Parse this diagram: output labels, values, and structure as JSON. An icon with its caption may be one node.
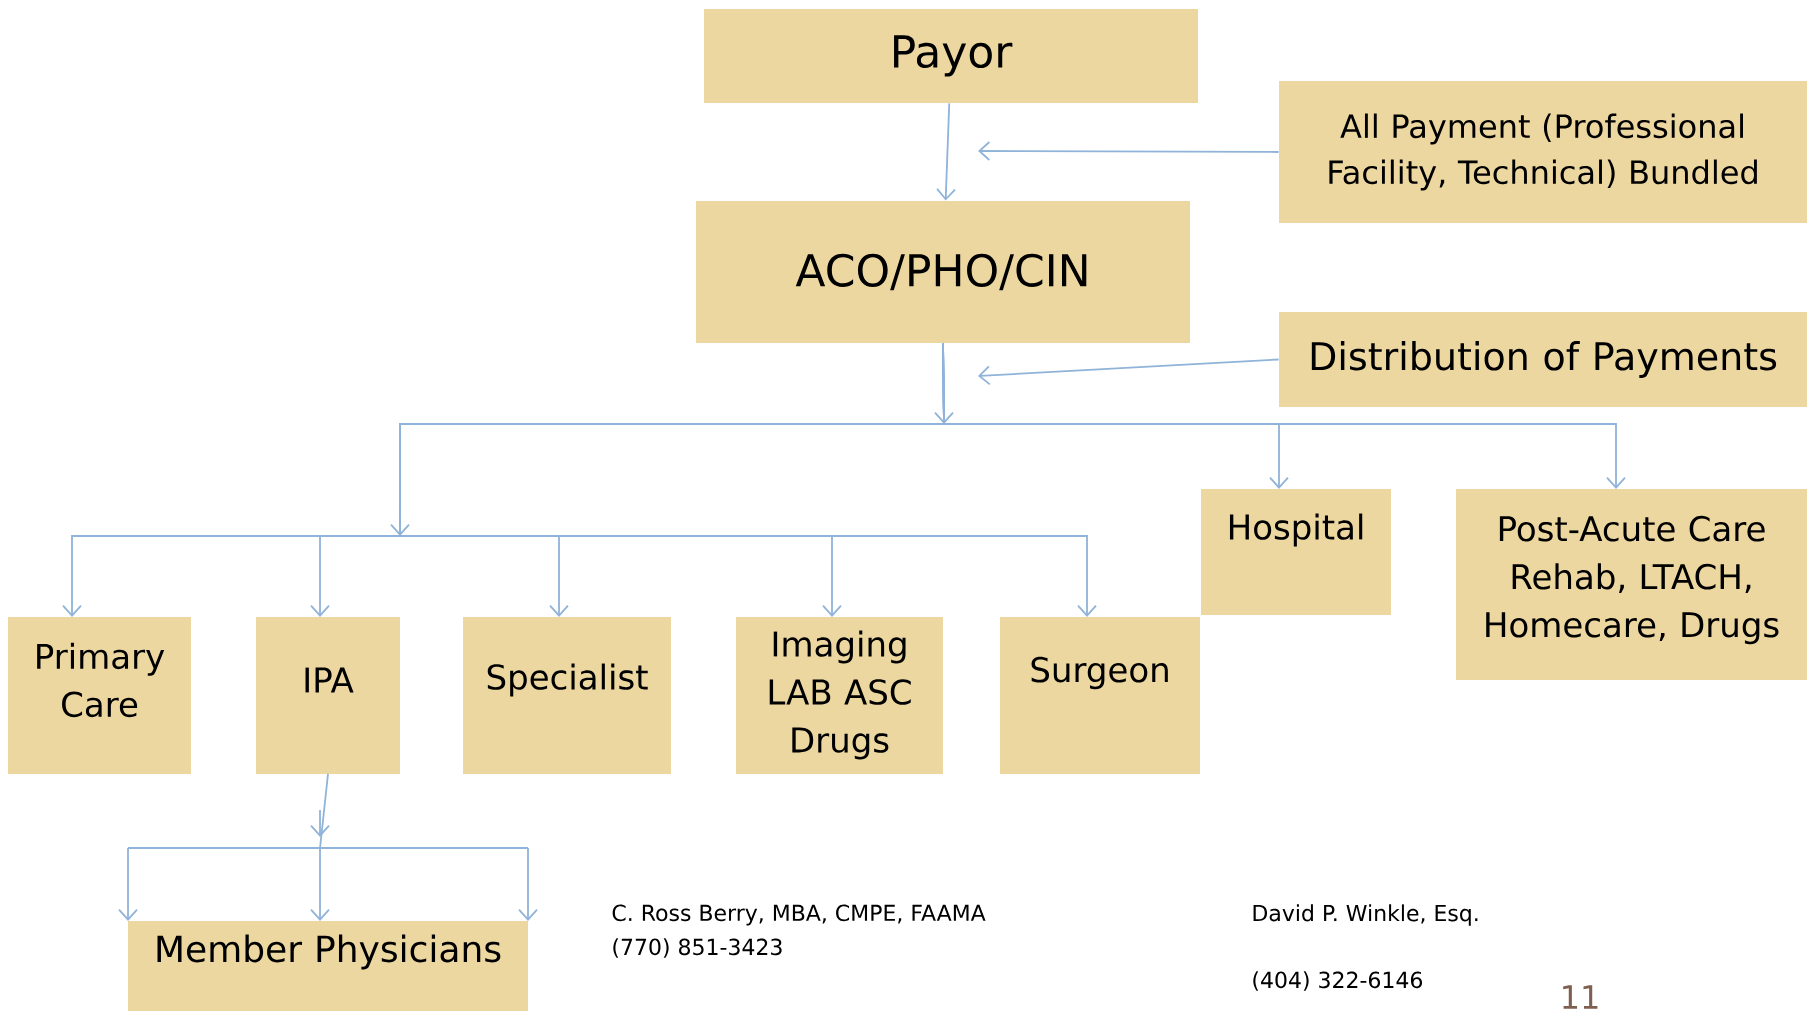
{
  "diagram": {
    "nodes": [
      {
        "text": [
          "Payor"
        ]
      },
      {
        "text": [
          "All Payment (Professional Facility, Technical) Bundled"
        ]
      },
      {
        "text": [
          "ACO/PHO/CIN"
        ]
      },
      {
        "text": [
          "Distribution of Payments"
        ]
      },
      {
        "text": [
          "Hospital"
        ]
      },
      {
        "text": [
          "Post-Acute Care Rehab, LTACH, Homecare, Drugs"
        ]
      },
      {
        "text": [
          "Primary Care"
        ]
      },
      {
        "text": [
          "IPA"
        ]
      },
      {
        "text": [
          "Specialist"
        ]
      },
      {
        "text": [
          "Imaging LAB ASC Drugs"
        ]
      },
      {
        "text": [
          "Surgeon"
        ]
      },
      {
        "text": [
          "Member Physicians"
        ]
      }
    ],
    "edges": [
      {
        "from": 0,
        "to": 2,
        "arrow": "to"
      },
      {
        "from": 1,
        "to": null,
        "arrow": "to"
      },
      {
        "from": 3,
        "to": null,
        "arrow": "to"
      },
      {
        "from": 2,
        "to": 4,
        "arrow": "to"
      },
      {
        "from": 2,
        "to": 5,
        "arrow": "to"
      },
      {
        "from": 2,
        "to": 6,
        "arrow": "to"
      },
      {
        "from": 2,
        "to": 7,
        "arrow": "to"
      },
      {
        "from": 2,
        "to": 8,
        "arrow": "to"
      },
      {
        "from": 2,
        "to": 9,
        "arrow": "to"
      },
      {
        "from": 2,
        "to": 10,
        "arrow": "to"
      },
      {
        "from": 7,
        "to": 11,
        "arrow": "to"
      }
    ],
    "labels": [
      "C. Ross Berry, MBA, CMPE, FAAMA",
      "(770) 851-3423",
      "David P. Winkle, Esq.",
      "(404) 322-6146",
      "11"
    ]
  }
}
